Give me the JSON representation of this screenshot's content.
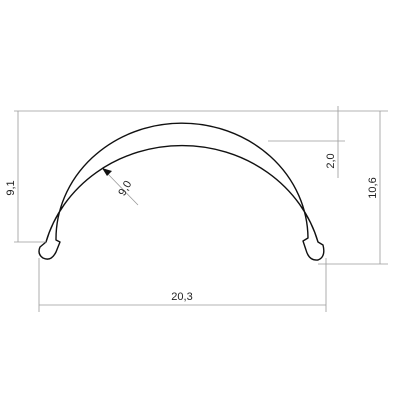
{
  "drawing": {
    "colors": {
      "outline": "#111111",
      "dimension_line": "#9a9a9a",
      "text": "#222222",
      "background": "#ffffff"
    },
    "dimensions": {
      "width": "20,3",
      "total_height": "10,6",
      "outer_height": "9,1",
      "wall_thickness": "2,0",
      "inner_radius": "9,0"
    }
  }
}
